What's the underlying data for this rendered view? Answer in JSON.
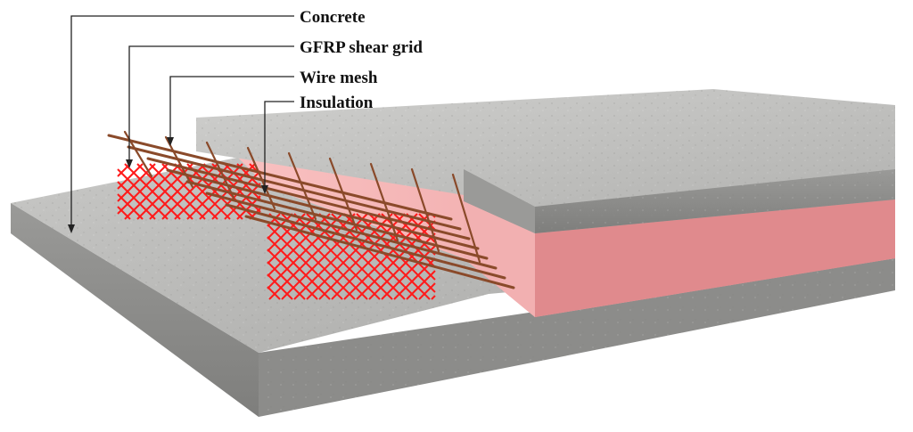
{
  "labels": {
    "concrete": "Concrete",
    "gfrp": "GFRP shear grid",
    "wire_mesh": "Wire mesh",
    "insulation": "Insulation"
  },
  "colors": {
    "concrete_top": "#b9b9b7",
    "concrete_side": "#8f8f8d",
    "insulation": "#f4a9a9",
    "insulation_side": "#e58e90",
    "gfrp": "#ff1a1a",
    "wire": "#8a4a2a"
  }
}
